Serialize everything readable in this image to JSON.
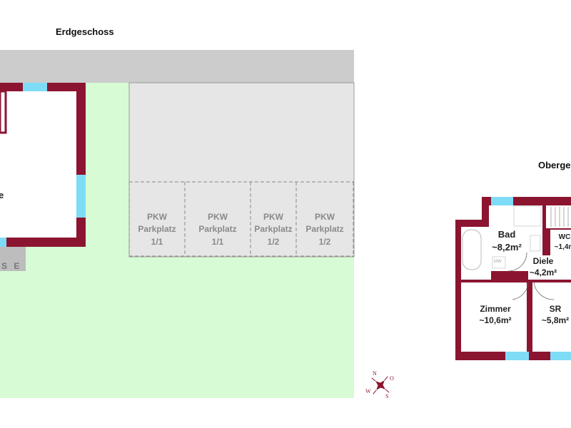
{
  "floors": {
    "ground": {
      "title": "Erdgeschoss",
      "partial_room_label": "e",
      "terrace_label": "S E",
      "parking": [
        {
          "line1": "PKW",
          "line2": "Parkplatz",
          "line3": "1/1"
        },
        {
          "line1": "PKW",
          "line2": "Parkplatz",
          "line3": "1/1"
        },
        {
          "line1": "PKW",
          "line2": "Parkplatz",
          "line3": "1/2"
        },
        {
          "line1": "PKW",
          "line2": "Parkplatz",
          "line3": "1/2"
        }
      ]
    },
    "upper": {
      "title": "Oberge",
      "rooms": {
        "bad": {
          "name": "Bad",
          "area": "~8,2m²"
        },
        "wc": {
          "name": "WC",
          "area": "~1,4m"
        },
        "diele": {
          "name": "Diele",
          "area": "~4,2m²"
        },
        "zimmer": {
          "name": "Zimmer",
          "area": "~10,6m²"
        },
        "sr": {
          "name": "SR",
          "area": "~5,8m²"
        }
      },
      "mw_label": "MW"
    }
  },
  "compass": {
    "n": "N",
    "o": "O",
    "s": "S",
    "w": "W"
  },
  "colors": {
    "wall": "#8b1530",
    "window": "#7fdcf7",
    "garden": "#d7fbd4",
    "road": "#cccccc",
    "parking": "#e6e6e6",
    "terrace": "#bdbdbd"
  }
}
